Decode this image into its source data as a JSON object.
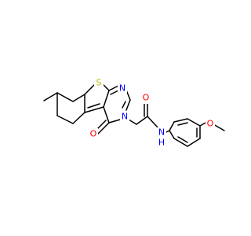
{
  "colors": {
    "bond": "#000000",
    "background": "#ffffff",
    "sulfur": "#b8b800",
    "nitrogen": "#0000ff",
    "oxygen": "#ff0000"
  },
  "atoms": {
    "s1": "S",
    "n1": "N",
    "n3": "N",
    "o_ketone": "O",
    "o_amide": "O",
    "nh_amide": "N",
    "nh_h": "H",
    "o_methoxy": "O"
  }
}
